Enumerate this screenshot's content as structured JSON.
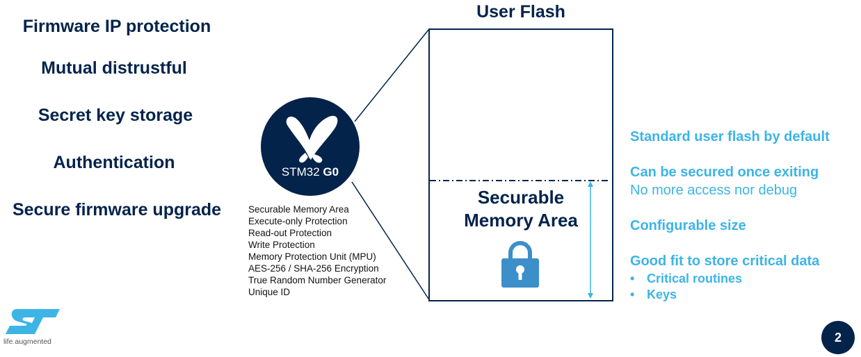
{
  "left_column": {
    "items": [
      "Firmware IP protection",
      "Mutual distrustful",
      "Secret key storage",
      "Authentication",
      "Secure firmware upgrade"
    ]
  },
  "chip": {
    "label_main": "STM32",
    "label_suffix": "G0",
    "icon": "butterfly-icon"
  },
  "features": [
    "Securable Memory Area",
    "Execute-only Protection",
    "Read-out Protection",
    "Write Protection",
    "Memory Protection Unit (MPU)",
    "AES-256 / SHA-256 Encryption",
    "True Random Number Generator",
    "Unique ID"
  ],
  "flash": {
    "title": "User Flash",
    "secure_line1": "Securable",
    "secure_line2": "Memory Area",
    "lock_icon": "padlock-icon"
  },
  "right_column": {
    "item1": "Standard user flash by default",
    "item2_title": "Can be secured once exiting",
    "item2_sub": "No more access nor debug",
    "item3": "Configurable size",
    "item4_title": "Good fit to store critical data",
    "bullets": [
      "Critical routines",
      "Keys"
    ]
  },
  "footer": {
    "logo": "st-logo",
    "tagline_prefix": "life",
    "tagline_sep": ".",
    "tagline_suffix": "augmented",
    "page_number": "2"
  },
  "colors": {
    "navy": "#03234b",
    "accent": "#3cb4e6"
  }
}
